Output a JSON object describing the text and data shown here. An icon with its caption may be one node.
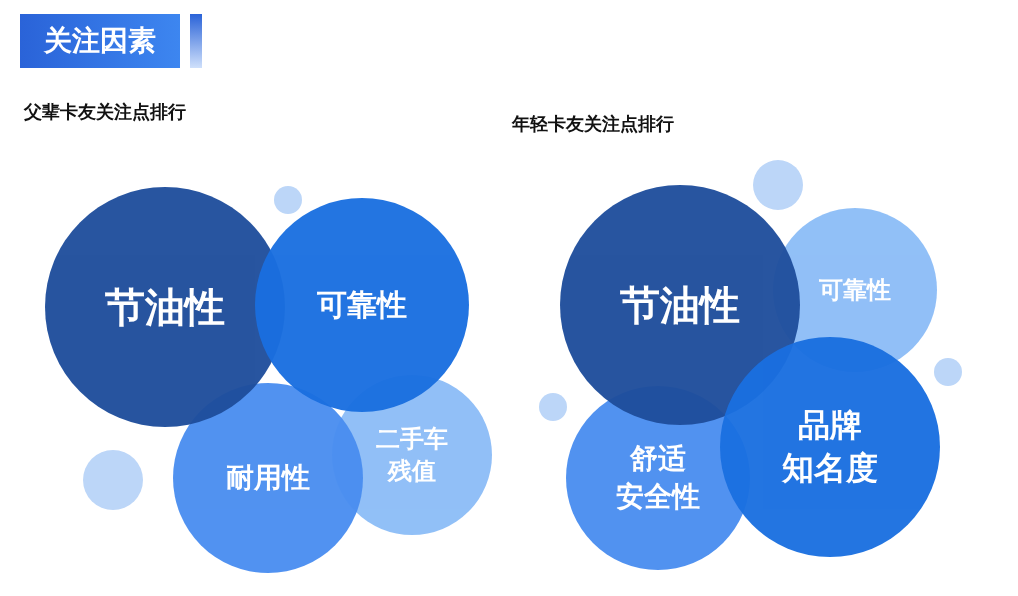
{
  "diagram": {
    "title": "关注因素",
    "nodes": [
      {
        "text": [
          "节油性"
        ]
      },
      {
        "text": [
          "可靠性"
        ]
      },
      {
        "text": [
          "耐用性"
        ]
      },
      {
        "text": [
          "二手车残值"
        ]
      },
      {
        "text": [],
        "shape": "circle"
      },
      {
        "text": [],
        "shape": "circle"
      },
      {
        "text": [
          "节油性"
        ]
      },
      {
        "text": [
          "可靠性"
        ]
      },
      {
        "text": [
          "舒适安全性"
        ]
      },
      {
        "text": [
          "品牌知名度"
        ]
      },
      {
        "text": [],
        "shape": "circle"
      },
      {
        "text": [],
        "shape": "circle"
      },
      {
        "text": [],
        "shape": "circle"
      }
    ],
    "labels": [
      "父辈卡友关注点排行",
      "年轻卡友关注点排行"
    ]
  }
}
